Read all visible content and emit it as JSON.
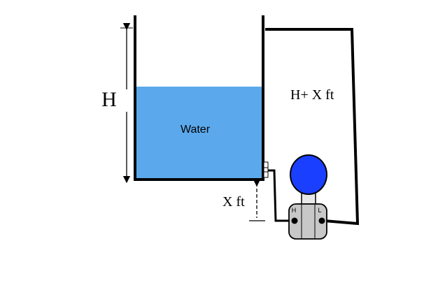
{
  "diagram": {
    "labels": {
      "height": "H",
      "water": "Water",
      "offset_top": "H+ X ft",
      "offset_bottom": "X ft",
      "transmitter_high": "H",
      "transmitter_low": "L"
    },
    "colors": {
      "water": "#5ba9ec",
      "lines": "#000000",
      "transmitter_dome": "#1b3fff",
      "transmitter_body": "#c8c8c8",
      "transmitter_stem": "#e8e8e8",
      "port_dot": "#000000"
    }
  }
}
